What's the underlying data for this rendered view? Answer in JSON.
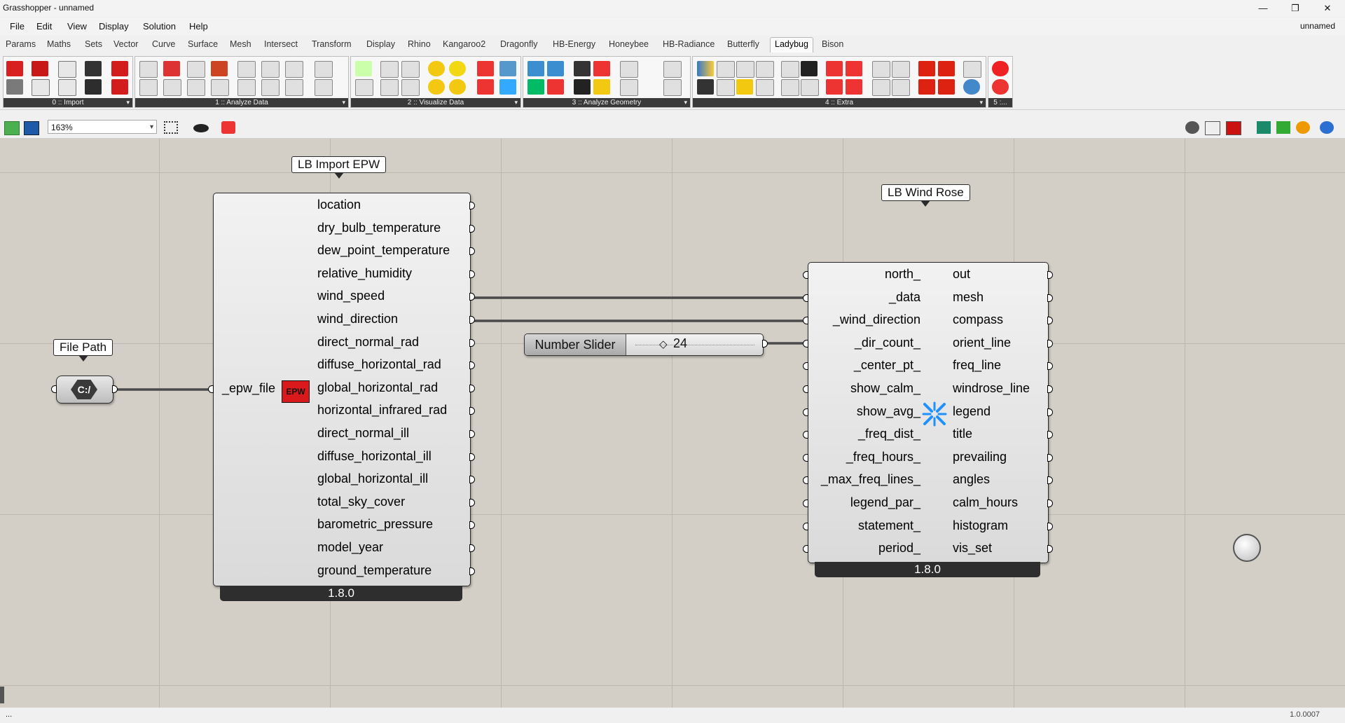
{
  "window": {
    "title": "Grasshopper - unnamed",
    "min": "—",
    "max": "❐",
    "close": "✕"
  },
  "menu": {
    "items": [
      "File",
      "Edit",
      "View",
      "Display",
      "Solution",
      "Help"
    ],
    "doc_name": "unnamed"
  },
  "tabs": {
    "items": [
      "Params",
      "Maths",
      "Sets",
      "Vector",
      "Curve",
      "Surface",
      "Mesh",
      "Intersect",
      "Transform",
      "Display",
      "Rhino",
      "Kangaroo2",
      "Dragonfly",
      "HB-Energy",
      "Honeybee",
      "HB-Radiance",
      "Butterfly",
      "Ladybug",
      "Bison"
    ],
    "active": "Ladybug"
  },
  "ribbon": {
    "groups": [
      "0 :: Import",
      "1 :: Analyze Data",
      "2 :: Visualize Data",
      "3 :: Analyze Geometry",
      "4 :: Extra",
      "5 :..."
    ],
    "more": "▾"
  },
  "toolbar": {
    "zoom": "163%",
    "zoom_dd": "▾"
  },
  "canvas": {
    "import_epw": {
      "title": "LB Import EPW",
      "input": "_epw_file",
      "icon_text": "EPW",
      "outputs": [
        "location",
        "dry_bulb_temperature",
        "dew_point_temperature",
        "relative_humidity",
        "wind_speed",
        "wind_direction",
        "direct_normal_rad",
        "diffuse_horizontal_rad",
        "global_horizontal_rad",
        "horizontal_infrared_rad",
        "direct_normal_ill",
        "diffuse_horizontal_ill",
        "global_horizontal_ill",
        "total_sky_cover",
        "barometric_pressure",
        "model_year",
        "ground_temperature"
      ],
      "version": "1.8.0"
    },
    "file_path": {
      "title": "File Path",
      "icon_text": "C:/"
    },
    "number_slider": {
      "label": "Number Slider",
      "value": "24",
      "marker": "◇"
    },
    "wind_rose": {
      "title": "LB Wind Rose",
      "inputs": [
        "north_",
        "_data",
        "_wind_direction",
        "_dir_count_",
        "_center_pt_",
        "show_calm_",
        "show_avg_",
        "_freq_dist_",
        "_freq_hours_",
        "_max_freq_lines_",
        "legend_par_",
        "statement_",
        "period_"
      ],
      "outputs": [
        "out",
        "mesh",
        "compass",
        "orient_line",
        "freq_line",
        "windrose_line",
        "legend",
        "title",
        "prevailing",
        "angles",
        "calm_hours",
        "histogram",
        "vis_set"
      ],
      "version": "1.8.0"
    }
  },
  "status": {
    "left": "...",
    "right": "1.0.0007"
  }
}
